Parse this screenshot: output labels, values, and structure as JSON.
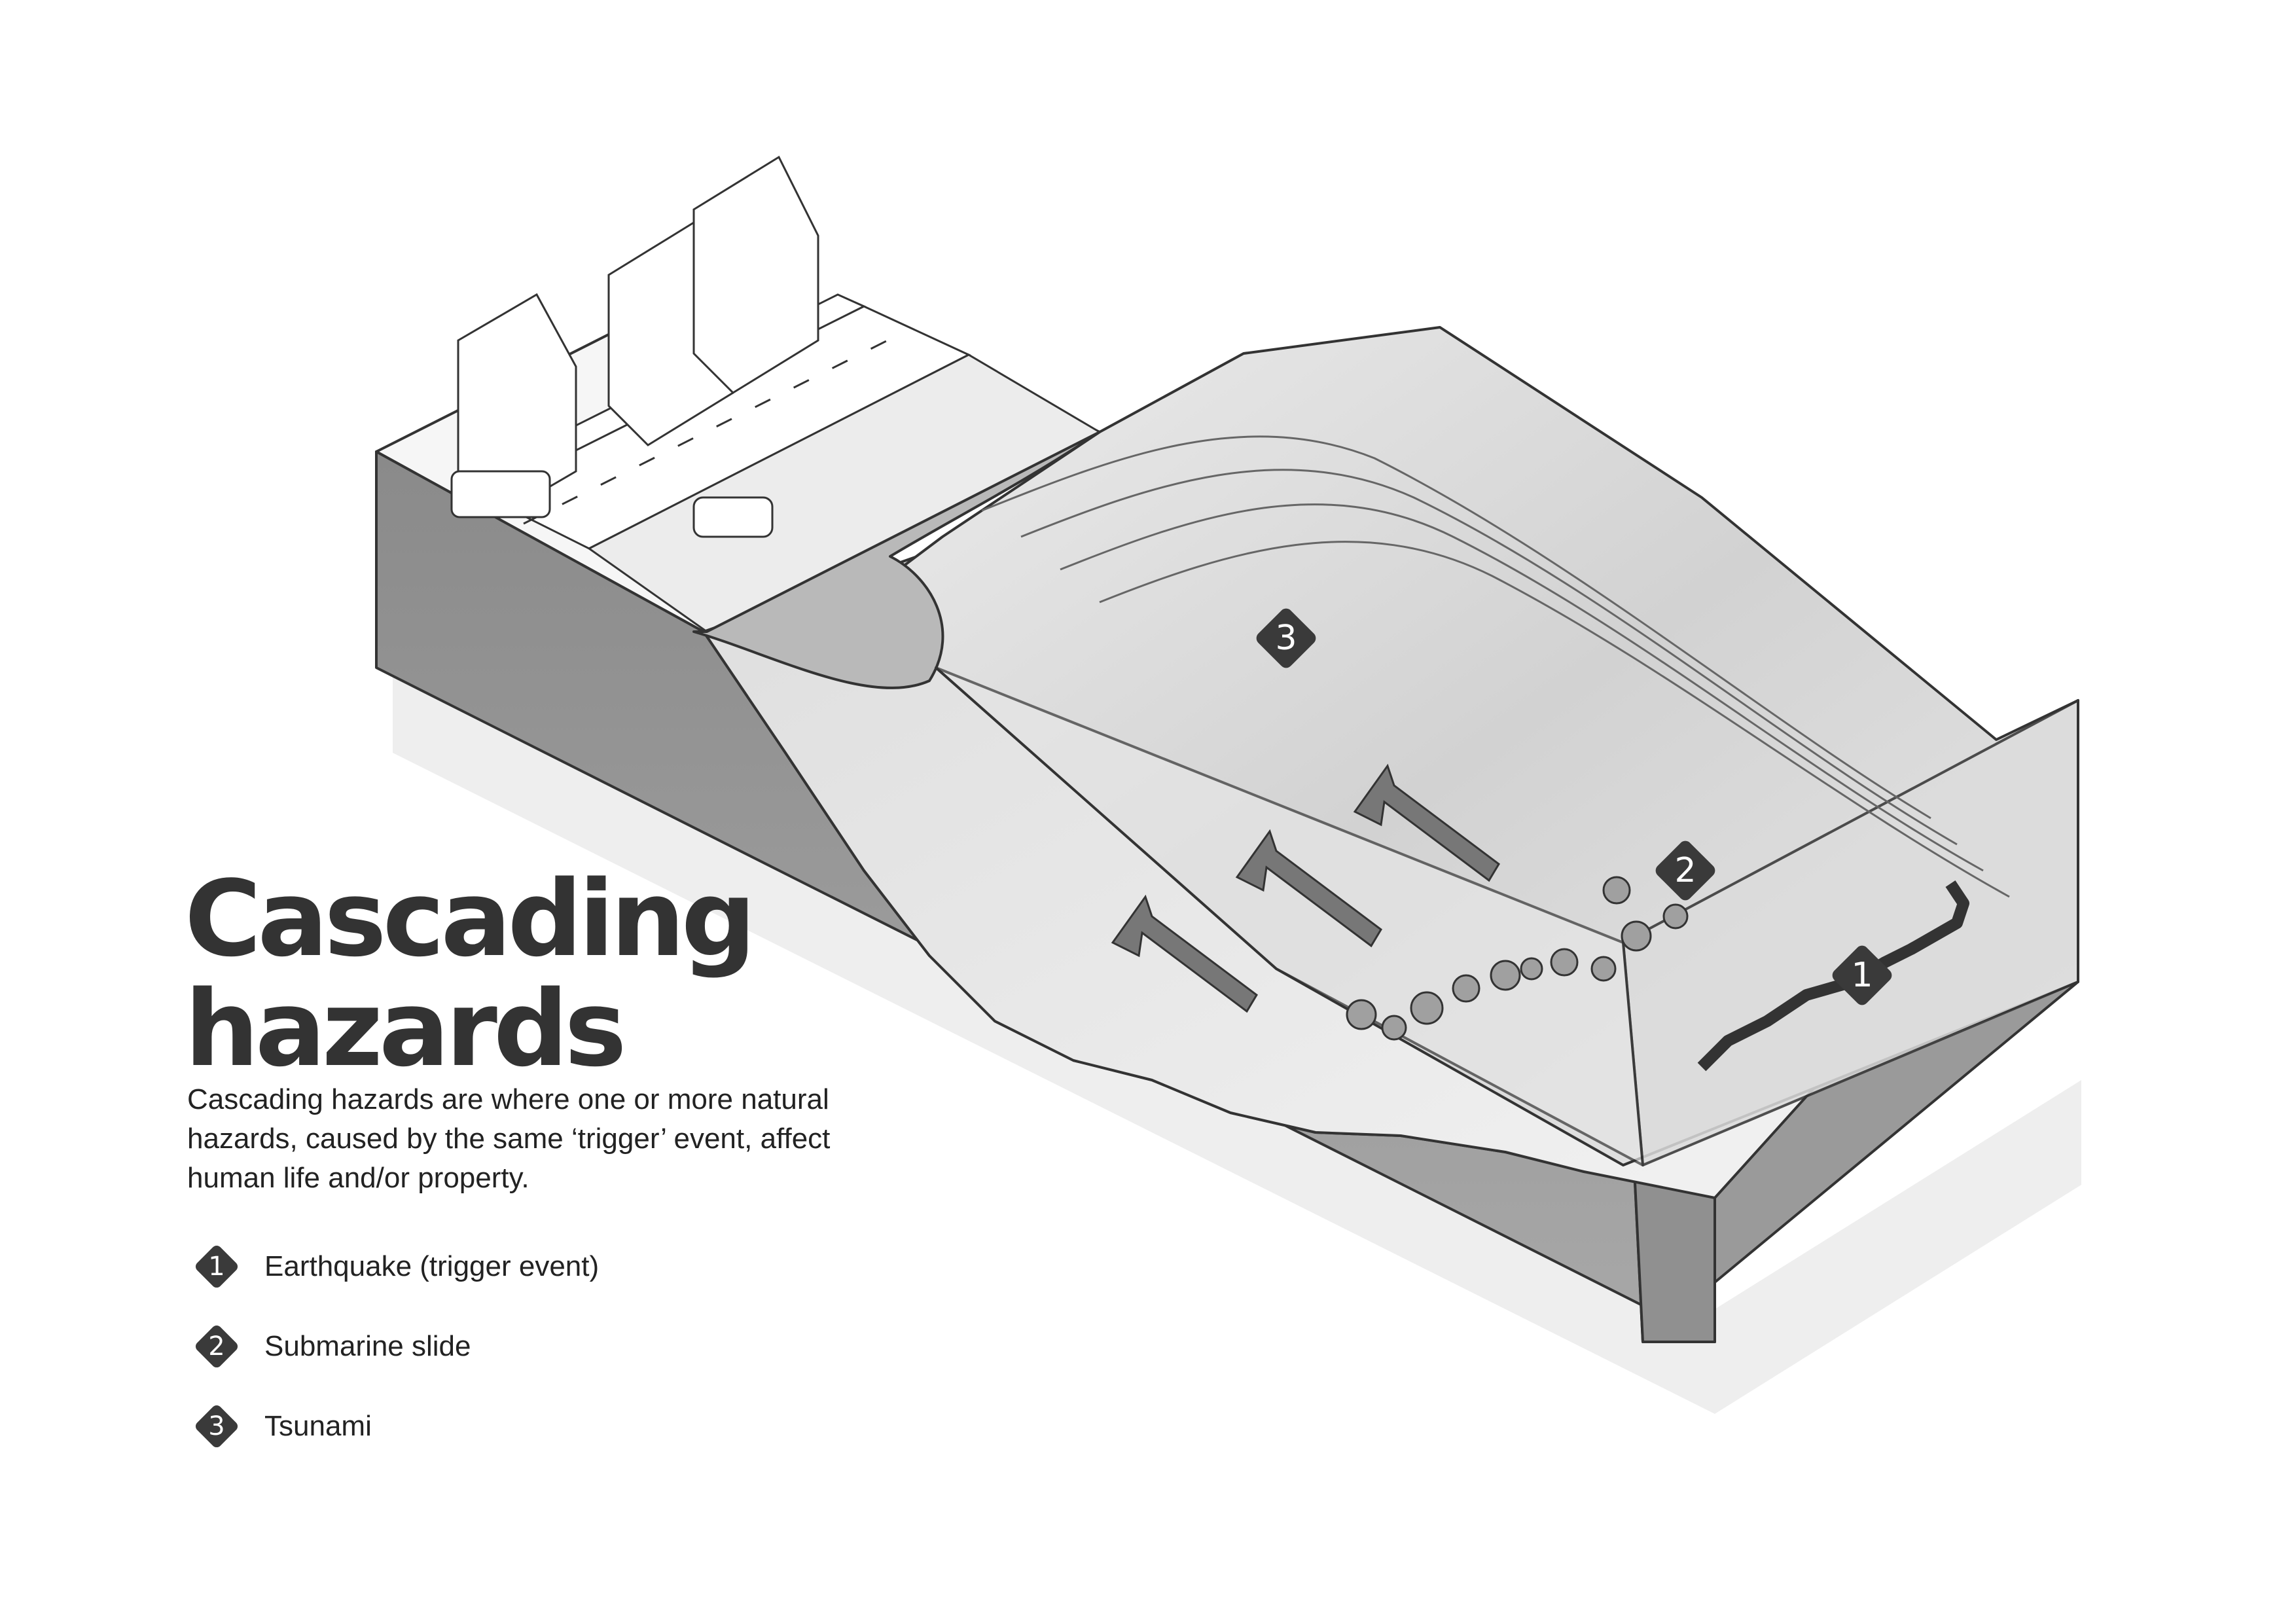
{
  "title": {
    "line1": "Cascading",
    "line2": "hazards"
  },
  "description": "Cascading hazards are where one or more natural hazards, caused by the same ‘trigger’ event, affect human life and/or property.",
  "legend": [
    {
      "number": "1",
      "label": "Earthquake (trigger event)"
    },
    {
      "number": "2",
      "label": "Submarine slide"
    },
    {
      "number": "3",
      "label": "Tsunami"
    }
  ],
  "markers": [
    {
      "number": "3",
      "hazard": "Tsunami"
    },
    {
      "number": "2",
      "hazard": "Submarine slide"
    },
    {
      "number": "1",
      "hazard": "Earthquake (trigger event)"
    }
  ],
  "colors": {
    "badge": "#3a3a3a",
    "title": "#333333",
    "text": "#222222",
    "outline": "#333333"
  }
}
